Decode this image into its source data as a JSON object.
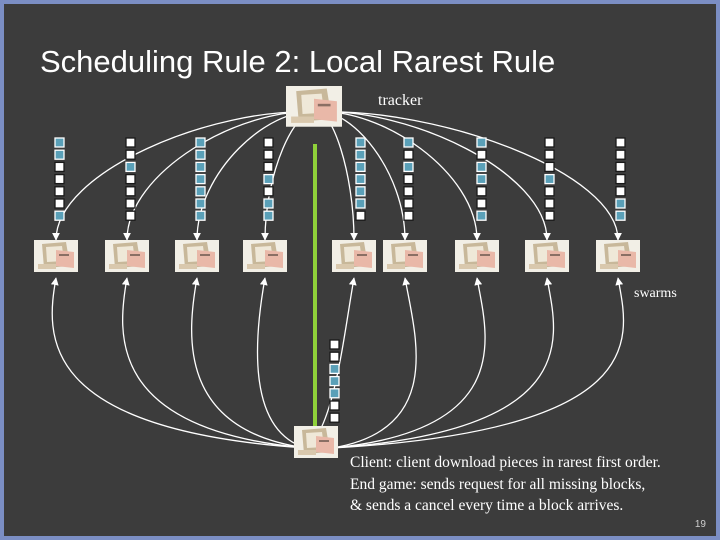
{
  "slide": {
    "title": "Scheduling Rule 2: Local Rarest Rule",
    "tracker_label": "tracker",
    "swarms_label": "swarms",
    "caption_lines": [
      "Client: client download pieces in rarest first order.",
      "End game: sends request for all missing blocks,",
      "& sends a cancel every time a block arrives."
    ],
    "page_number": "19"
  },
  "colors": {
    "background": "#3c3c3c",
    "border": "#7b8ec4",
    "arrow": "#ffffff",
    "highlight_line": "#8fd13a",
    "block_have": "#5aa0b8",
    "block_missing": "#ffffff"
  },
  "icons": {
    "tracker": "desktop-computer-icon",
    "peer": "computer-icon",
    "client": "computer-icon"
  },
  "peers": [
    {
      "blocks": [
        1,
        1,
        0,
        0,
        0,
        0,
        1
      ]
    },
    {
      "blocks": [
        0,
        0,
        1,
        0,
        0,
        0,
        0
      ]
    },
    {
      "blocks": [
        1,
        1,
        1,
        1,
        1,
        1,
        1
      ]
    },
    {
      "blocks": [
        0,
        0,
        0,
        1,
        0,
        1,
        1
      ]
    },
    {
      "blocks": [
        1,
        1,
        1,
        1,
        1,
        1,
        0
      ]
    },
    {
      "blocks": [
        1,
        0,
        1,
        0,
        0,
        0,
        0
      ]
    },
    {
      "blocks": [
        1,
        0,
        1,
        1,
        0,
        0,
        1
      ]
    },
    {
      "blocks": [
        0,
        0,
        0,
        1,
        0,
        0,
        0
      ]
    },
    {
      "blocks": [
        0,
        0,
        0,
        0,
        0,
        1,
        1
      ]
    }
  ],
  "client": {
    "blocks": [
      0,
      0,
      1,
      1,
      1,
      0,
      0
    ]
  }
}
